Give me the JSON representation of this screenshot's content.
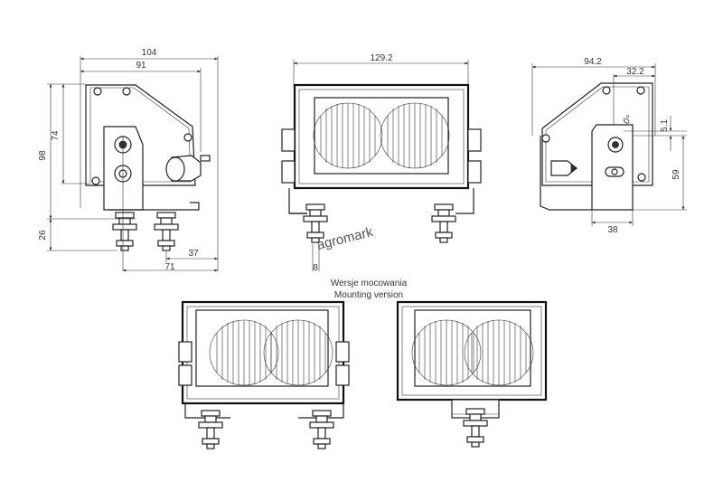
{
  "watermark": "agromark",
  "caption": {
    "line1": "Wersje mocowania",
    "line2": "Mounting version"
  },
  "side_left": {
    "w_total": "104",
    "w_body": "91",
    "h_total": "98",
    "h_body": "74",
    "h_bracket": "26",
    "offset_a": "37",
    "offset_b": "71"
  },
  "front": {
    "width": "129.2",
    "bolt": "8"
  },
  "side_right": {
    "w_total": "94.2",
    "w_top": "32.2",
    "w_base": "38",
    "h_mount": "59",
    "h_small": "5.1",
    "angle": "0°"
  }
}
